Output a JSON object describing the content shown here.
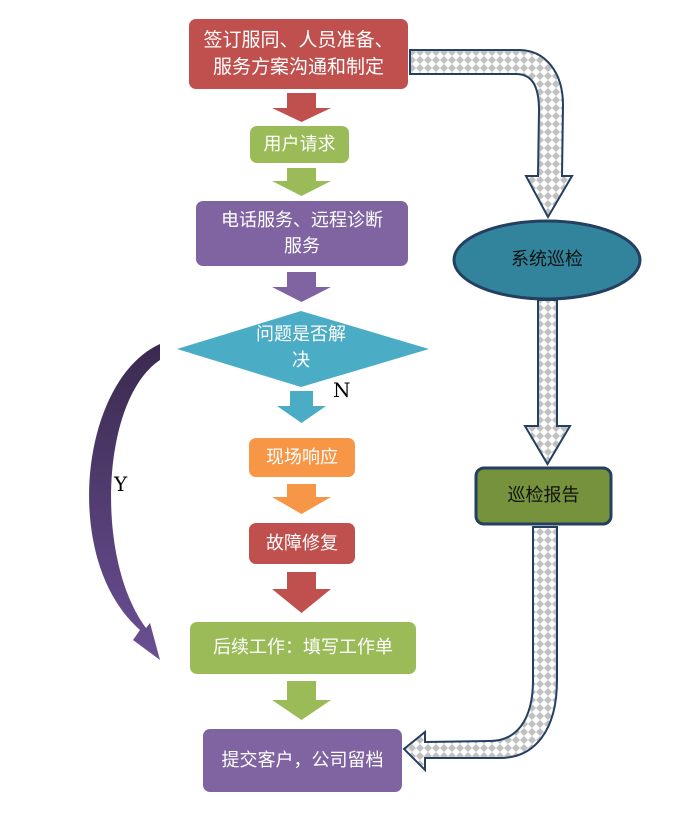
{
  "colors": {
    "red": "#c0504d",
    "green": "#9bbb59",
    "purple": "#8064a2",
    "teal": "#4bacc6",
    "orange": "#f79646",
    "oval": "#31849b",
    "report": "#76923c",
    "outline": "#243f60",
    "y_arrow": "#3d2d57"
  },
  "nodes": {
    "contract": "签订服同、人员准备、服务方案沟通和制定",
    "contract_line1": "签订服同、人员准备、",
    "contract_line2": "服务方案沟通和制定",
    "user_request": "用户请求",
    "phone_service_line1": "电话服务、远程诊断",
    "phone_service_line2": "服务",
    "decision_line1": "问题是否解",
    "decision_line2": "决",
    "onsite": "现场响应",
    "repair": "故障修复",
    "followup": "后续工作：填写工作单",
    "submit": "提交客户，公司留档",
    "inspection": "系统巡检",
    "report": "巡检报告"
  },
  "labels": {
    "no": "N",
    "yes": "Y"
  }
}
